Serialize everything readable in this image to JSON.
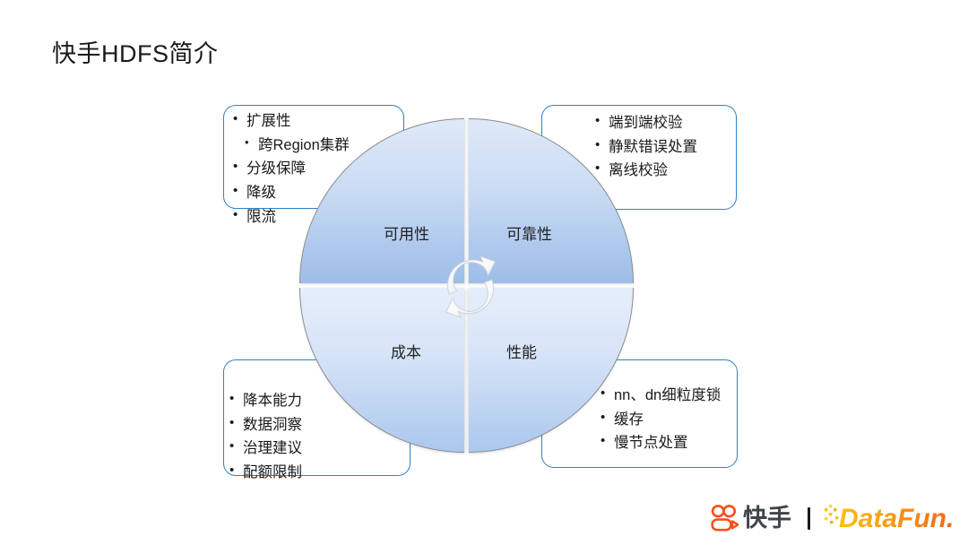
{
  "slide": {
    "title": "快手HDFS简介",
    "background_color": "#ffffff"
  },
  "theme": {
    "box_border_color": "#2e81c4",
    "quadrant_top_color": "#9dbde8",
    "quadrant_bottom_color": "#abc8ee",
    "arrow_color": "#ffffff",
    "brand_orange": "#f56a28",
    "brand_yellow": "#f9b417",
    "text_color": "#1a1a1a"
  },
  "diagram": {
    "type": "four-quadrant-circle",
    "center_icon": "cycle-arrows-icon",
    "quadrants": [
      {
        "id": "availability",
        "label": "可用性",
        "position": "top-left"
      },
      {
        "id": "reliability",
        "label": "可靠性",
        "position": "top-right"
      },
      {
        "id": "cost",
        "label": "成本",
        "position": "bottom-left"
      },
      {
        "id": "performance",
        "label": "性能",
        "position": "bottom-right"
      }
    ],
    "callouts": {
      "availability": {
        "position": "top-left",
        "items": [
          {
            "text": "扩展性",
            "level": 1
          },
          {
            "text": "跨Region集群",
            "level": 2
          },
          {
            "text": "分级保障",
            "level": 1
          },
          {
            "text": "降级",
            "level": 1
          },
          {
            "text": "限流",
            "level": 1
          }
        ]
      },
      "reliability": {
        "position": "top-right",
        "items": [
          {
            "text": "端到端校验",
            "level": 1
          },
          {
            "text": "静默错误处置",
            "level": 1
          },
          {
            "text": "离线校验",
            "level": 1
          }
        ]
      },
      "cost": {
        "position": "bottom-left",
        "items": [
          {
            "text": "降本能力",
            "level": 1
          },
          {
            "text": "数据洞察",
            "level": 1
          },
          {
            "text": "治理建议",
            "level": 1
          },
          {
            "text": "配额限制",
            "level": 1
          }
        ]
      },
      "performance": {
        "position": "bottom-right",
        "items": [
          {
            "text": "nn、dn细粒度锁",
            "level": 1
          },
          {
            "text": "缓存",
            "level": 1
          },
          {
            "text": "慢节点处置",
            "level": 1
          }
        ]
      }
    }
  },
  "footer": {
    "kuaishou": {
      "icon": "kuaishou-camera-icon",
      "text": "快手"
    },
    "divider": "|",
    "datafun": {
      "icon": "datafun-dots-icon",
      "text": "DataFun."
    }
  }
}
